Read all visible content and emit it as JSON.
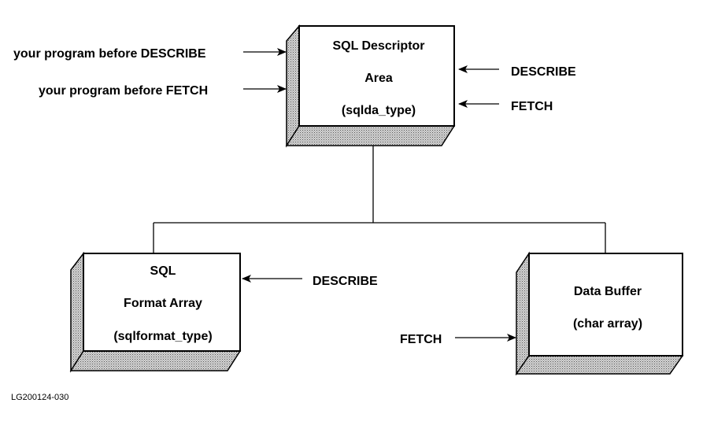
{
  "descriptor_area": {
    "line1": "SQL  Descriptor",
    "line2": "Area",
    "line3": "(sqlda_type)"
  },
  "format_array": {
    "line1": "SQL",
    "line2": "Format Array",
    "line3": "(sqlformat_type)"
  },
  "data_buffer": {
    "line1": "Data Buffer",
    "line2": "(char array)"
  },
  "inputs": {
    "before_describe": "your program before DESCRIBE",
    "before_fetch": "your program before FETCH",
    "describe_top": "DESCRIBE",
    "fetch_top": "FETCH",
    "describe_format": "DESCRIBE",
    "fetch_buffer": "FETCH"
  },
  "figure_id": "LG200124-030",
  "colors": {
    "stroke": "#000000",
    "shade": "#9a9a9a"
  }
}
